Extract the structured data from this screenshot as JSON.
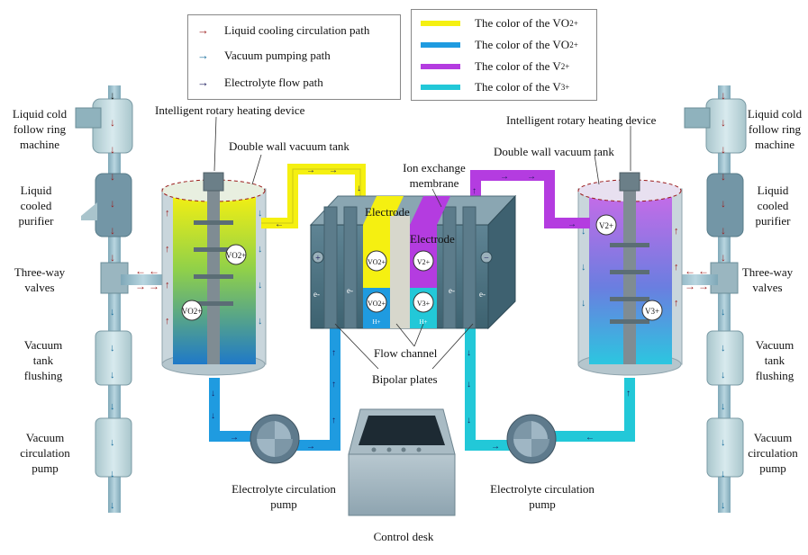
{
  "legend_paths": [
    {
      "label": "Liquid cooling circulation path",
      "color": "#9b1c1c"
    },
    {
      "label": "Vacuum pumping path",
      "color": "#1a6f9c"
    },
    {
      "label": "Electrolyte flow path",
      "color": "#1a1a5c"
    }
  ],
  "legend_colors": [
    {
      "label": "The color of the VO",
      "sup": "+",
      "sub": "2",
      "color": "#f5f011"
    },
    {
      "label": "The color of the  VO",
      "sup": "2+",
      "sub": "",
      "color": "#1f9be0"
    },
    {
      "label": "The color of the  V",
      "sup": "2+",
      "sub": "",
      "color": "#b43ce0"
    },
    {
      "label": "The color of the  V",
      "sup": "3+",
      "sub": "",
      "color": "#22c8d8"
    }
  ],
  "labels": {
    "left_follow_ring": "Liquid cold follow ring machine",
    "left_purifier": "Liquid cooled purifier",
    "left_valves": "Three-way valves",
    "left_flushing": "Vacuum tank flushing",
    "left_pump": "Vacuum circulation pump",
    "right_follow_ring": "Liquid cold follow ring machine",
    "right_purifier": "Liquid cooled purifier",
    "right_valves": "Three-way valves",
    "right_flushing": "Vacuum tank flushing",
    "right_pump": "Vacuum circulation pump",
    "left_heater": "Intelligent rotary heating device",
    "right_heater": "Intelligent rotary heating device",
    "left_tank": "Double wall vacuum tank",
    "right_tank": "Double wall vacuum tank",
    "membrane": "Ion exchange membrane",
    "electrode_left": "Electrode",
    "electrode_right": "Electrode",
    "flow_channel": "Flow channel",
    "bipolar": "Bipolar plates",
    "left_ec_pump": "Electrolyte circulation pump",
    "right_ec_pump": "Electrolyte circulation pump",
    "control_desk": "Control desk"
  },
  "ions": {
    "left_tank_top": "VO2+",
    "left_tank_bottom": "VO2+",
    "right_tank_top": "V2+",
    "right_tank_bottom": "V3+",
    "cell_vo2p": "VO2+",
    "cell_vo2pp": "VO2+",
    "cell_v2": "V2+",
    "cell_v3": "V3+",
    "h_plus_left": "H+",
    "h_plus_right": "H+",
    "plus_sign": "+",
    "minus_sign": "−",
    "e_left": "e-",
    "e_left2": "e-",
    "e_right": "e-",
    "e_right2": "e-"
  },
  "colors": {
    "cooling": "#9b1c1c",
    "vacuum": "#1a6f9c",
    "electrolyte": "#1a1a5c",
    "vo2plus": "#f5f011",
    "vo2plusplus": "#1f9be0",
    "v2plus": "#b43ce0",
    "v3plus": "#22c8d8"
  }
}
